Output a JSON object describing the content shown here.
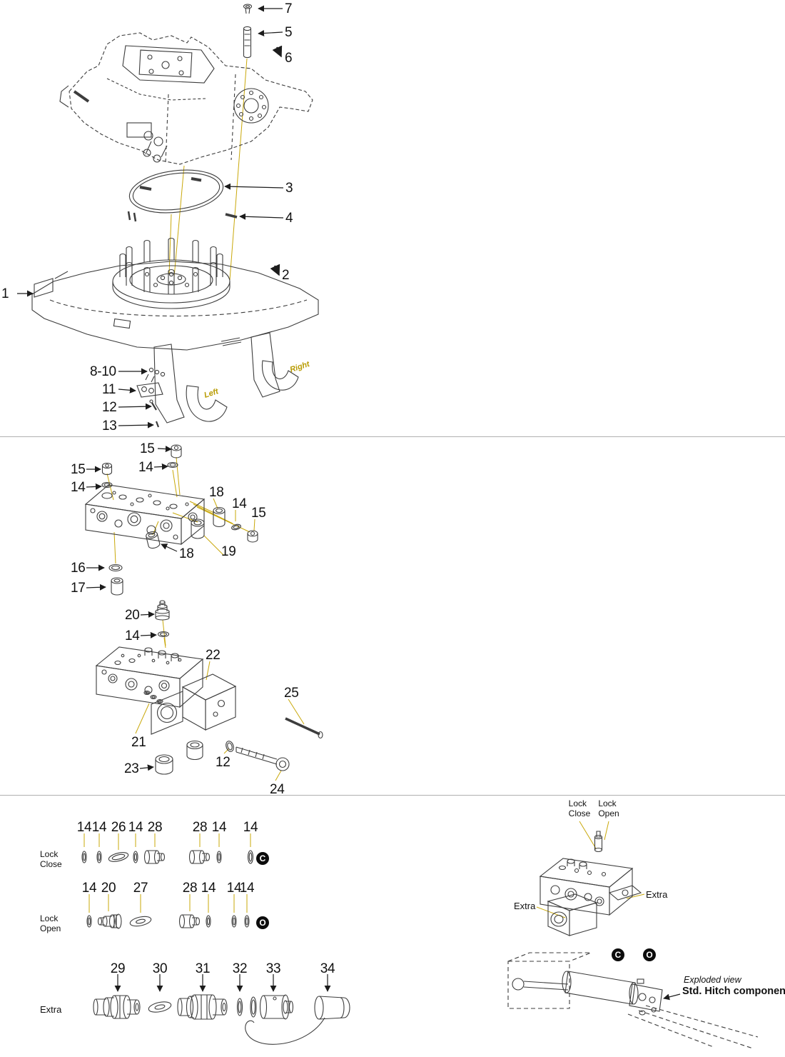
{
  "colors": {
    "line": "#3d3d3d",
    "leader": "#c9a80a",
    "text": "#111111"
  },
  "top": {
    "callouts": [
      "7",
      "5",
      "6",
      "3",
      "4",
      "2",
      "1",
      "8-10",
      "11",
      "12",
      "13"
    ],
    "right_label": "Right",
    "left_label": "Left"
  },
  "middle": {
    "callouts": [
      "15",
      "15",
      "14",
      "14",
      "18",
      "14",
      "15",
      "18",
      "19",
      "16",
      "17",
      "20",
      "14",
      "22",
      "25",
      "21",
      "12",
      "23",
      "24"
    ]
  },
  "bottom": {
    "row_lock_close": {
      "label1": "Lock",
      "label2": "Close",
      "callouts": [
        "14",
        "14",
        "26",
        "14",
        "28",
        "28",
        "14",
        "14"
      ],
      "badge": "C"
    },
    "row_lock_open": {
      "label1": "Lock",
      "label2": "Open",
      "callouts": [
        "14",
        "20",
        "27",
        "28",
        "14",
        "14",
        "14"
      ],
      "badge": "O"
    },
    "row_extra": {
      "label": "Extra",
      "callouts": [
        "29",
        "30",
        "31",
        "32",
        "33",
        "34"
      ]
    },
    "right_panel": {
      "lock_close1": "Lock",
      "lock_close2": "Close",
      "lock_open1": "Lock",
      "lock_open2": "Open",
      "extra_right": "Extra",
      "extra_left": "Extra",
      "badge_c": "C",
      "badge_o": "O",
      "caption_italic": "Exploded view",
      "caption_bold": "Std. Hitch components"
    }
  }
}
